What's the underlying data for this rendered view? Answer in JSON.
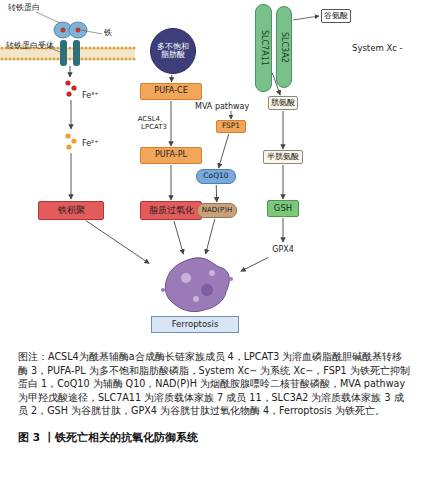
{
  "diagram": {
    "title": "图 3 丨铁死亡相关的抗氧化防御系统",
    "caption": "图注：ACSL4为酰基辅酶a合成酶长链家族成员 4，LPCAT3 为溶血磷脂酰胆碱酰基转移酶 3，PUFA-PL 为多不饱和脂肪酸磷脂，System Xc− 为系统 Xc−，FSP1 为铁死亡抑制蛋白 1，CoQ10 为辅酶 Q10，NAD(P)H 为烟酰胺腺嘌呤二核苷酸磷酸，MVA pathway 为甲羟戊酸途径，SLC7A11 为溶质载体家族 7 成员 11，SLC3A2 为溶质载体家族 3 成员 2，GSH 为谷胱甘肽，GPX4 为谷胱甘肽过氧化物酶 4，Ferroptosis 为铁死亡。",
    "nodes": [
      {
        "text": [
          "多不饱和脂肪酸"
        ]
      },
      {
        "text": [
          "谷氨酸"
        ]
      },
      {
        "text": [
          "SLC7A11"
        ]
      },
      {
        "text": [
          "SLC3A2"
        ]
      },
      {
        "text": [
          "PUFA-CE"
        ]
      },
      {
        "text": [
          "胱氨酸"
        ]
      },
      {
        "text": [
          "FSP1"
        ]
      },
      {
        "text": [
          "PUFA-PL"
        ]
      },
      {
        "text": [
          "半胱氨酸"
        ]
      },
      {
        "text": [
          "CoQ10"
        ]
      },
      {
        "text": [
          "铁积聚"
        ]
      },
      {
        "text": [
          "脂质过氧化"
        ]
      },
      {
        "text": [
          "NAD(P)H"
        ]
      },
      {
        "text": [
          "GSH"
        ]
      },
      {
        "text": [
          "GPX4"
        ]
      },
      {
        "text": [
          "Ferroptosis"
        ]
      }
    ],
    "edges": [
      {
        "from": 0,
        "to": 4,
        "arrow": "to"
      },
      {
        "from": 4,
        "to": 7,
        "arrow": "to",
        "label": "ACSL4、LPCAT3"
      },
      {
        "from": 7,
        "to": 11,
        "arrow": "to"
      },
      {
        "from": 6,
        "to": 9,
        "arrow": "to"
      },
      {
        "from": 9,
        "to": 12,
        "arrow": "to"
      },
      {
        "from": 2,
        "to": 5,
        "arrow": "to"
      },
      {
        "from": 5,
        "to": 8,
        "arrow": "to"
      },
      {
        "from": 8,
        "to": 13,
        "arrow": "to"
      },
      {
        "from": 13,
        "to": 14,
        "arrow": "to"
      },
      {
        "from": 10,
        "to": 15,
        "arrow": "to"
      },
      {
        "from": 11,
        "to": 15,
        "arrow": "to"
      },
      {
        "from": 12,
        "to": 15,
        "arrow": "to"
      },
      {
        "from": 14,
        "to": 15,
        "arrow": "to"
      }
    ],
    "labels": [
      "转铁蛋白",
      "铁",
      "转铁蛋白受体",
      "Fe³⁺",
      "Fe²⁺",
      "MVA pathway",
      "System Xc -"
    ]
  }
}
